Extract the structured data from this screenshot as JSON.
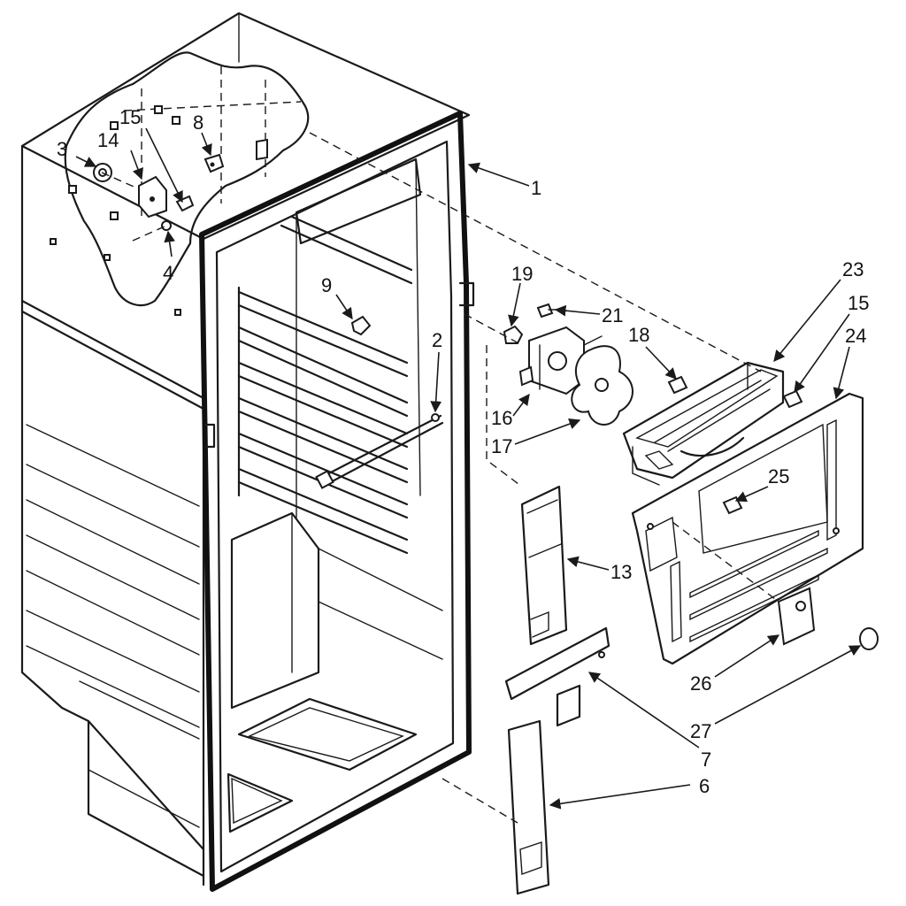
{
  "callouts": [
    {
      "id": "1",
      "label": "1"
    },
    {
      "id": "2",
      "label": "2"
    },
    {
      "id": "3",
      "label": "3"
    },
    {
      "id": "4",
      "label": "4"
    },
    {
      "id": "6",
      "label": "6"
    },
    {
      "id": "7",
      "label": "7"
    },
    {
      "id": "8",
      "label": "8"
    },
    {
      "id": "9",
      "label": "9"
    },
    {
      "id": "13",
      "label": "13"
    },
    {
      "id": "14",
      "label": "14"
    },
    {
      "id": "15a",
      "label": "15"
    },
    {
      "id": "15b",
      "label": "15"
    },
    {
      "id": "16",
      "label": "16"
    },
    {
      "id": "17",
      "label": "17"
    },
    {
      "id": "18",
      "label": "18"
    },
    {
      "id": "19",
      "label": "19"
    },
    {
      "id": "21",
      "label": "21"
    },
    {
      "id": "23",
      "label": "23"
    },
    {
      "id": "24",
      "label": "24"
    },
    {
      "id": "25",
      "label": "25"
    },
    {
      "id": "26",
      "label": "26"
    },
    {
      "id": "27",
      "label": "27"
    }
  ]
}
